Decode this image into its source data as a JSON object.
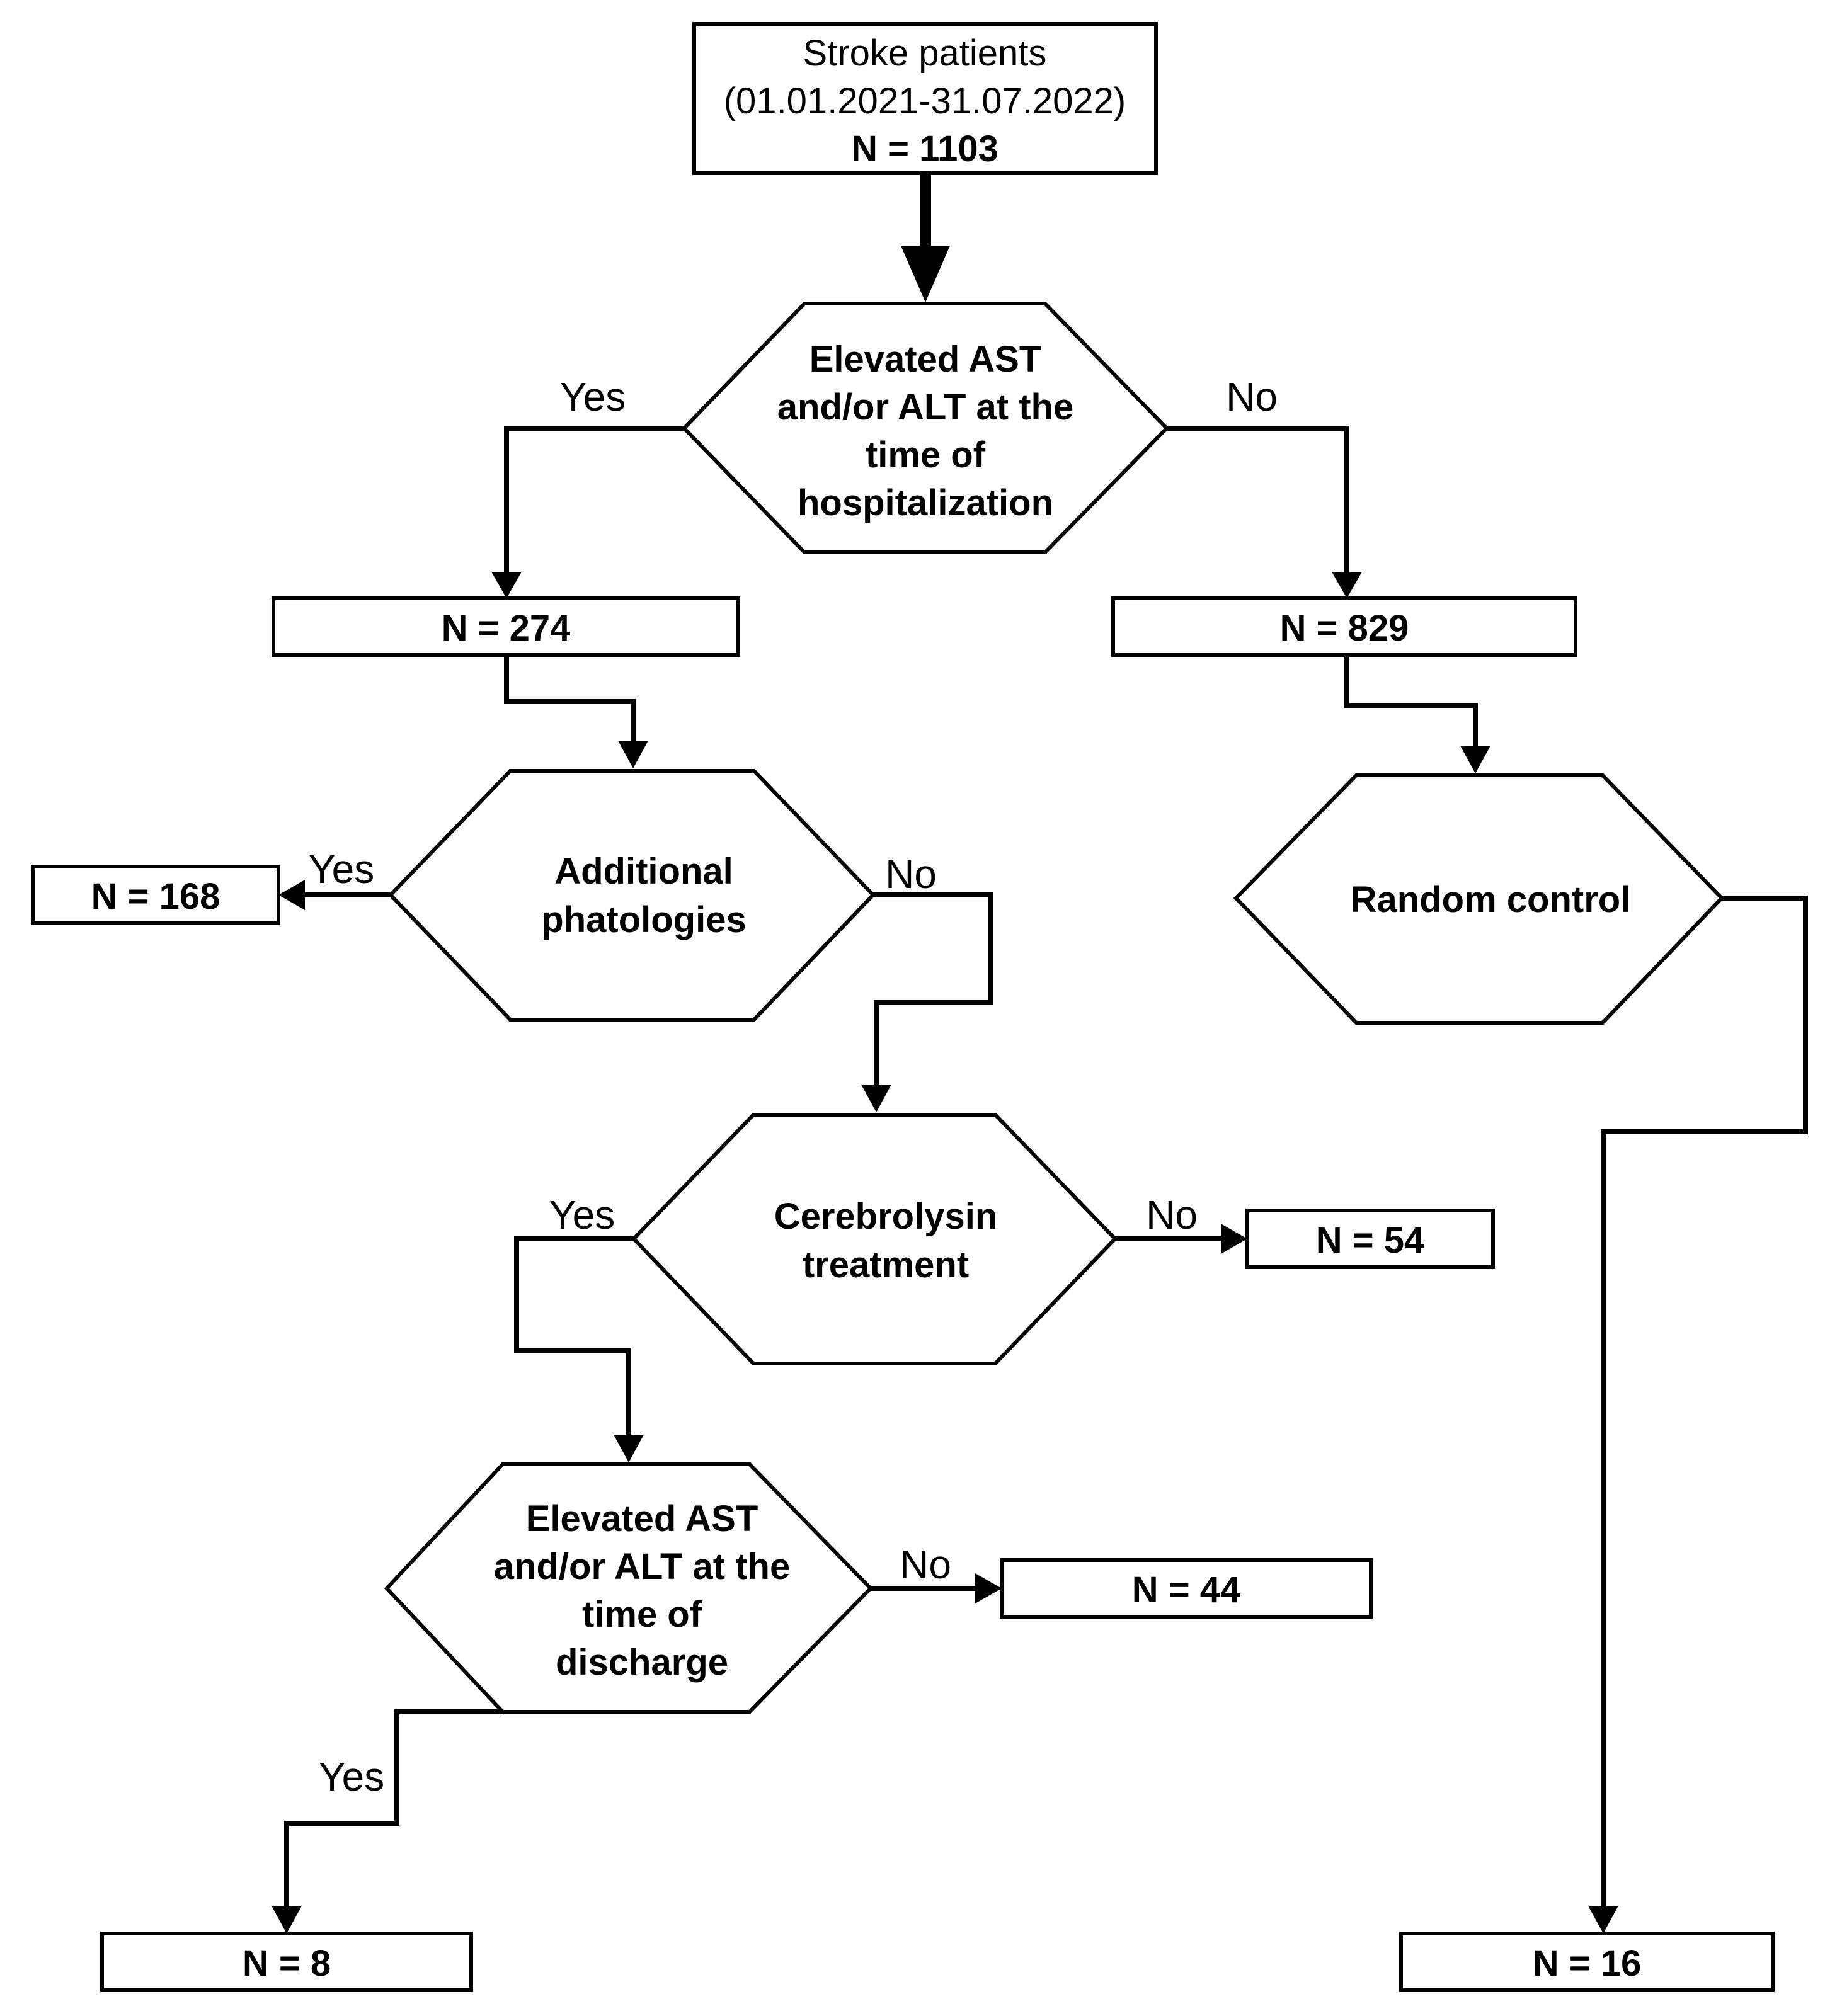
{
  "start": {
    "line1": "Stroke patients",
    "line2": "(01.01.2021-31.07.2022)",
    "line3": "N = 1103"
  },
  "decision_hospitalization": {
    "line1": "Elevated AST",
    "line2": "and/or ALT at the",
    "line3": "time of",
    "line4": "hospitalization"
  },
  "decision_pathologies": {
    "line1": "Additional",
    "line2": "phatologies"
  },
  "decision_control": {
    "line1": "Random control"
  },
  "decision_cerebrolysin": {
    "line1": "Cerebrolysin",
    "line2": "treatment"
  },
  "decision_discharge": {
    "line1": "Elevated AST",
    "line2": "and/or ALT at the",
    "line3": "time of",
    "line4": "discharge"
  },
  "counts": {
    "n274": "N = 274",
    "n829": "N = 829",
    "n168": "N = 168",
    "n54": "N = 54",
    "n44": "N = 44",
    "n8": "N = 8",
    "n16": "N = 16"
  },
  "labels": {
    "yes": "Yes",
    "no": "No"
  }
}
